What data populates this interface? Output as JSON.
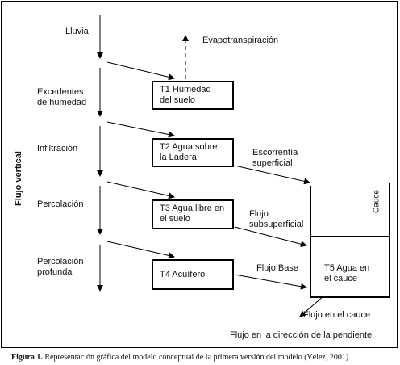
{
  "diagram": {
    "vertical_axis_label": "Flujo vertical",
    "left_labels": {
      "lluvia": "Lluvia",
      "excedentes": "Excedentes\nde humedad",
      "infiltracion": "Infiltración",
      "percolacion": "Percolación",
      "percolacion_profunda": "Percolación\nprofunda"
    },
    "tanks": {
      "t1": "T1 Humedad\ndel suelo",
      "t2": "T2 Agua sobre\nla Ladera",
      "t3": "T3 Agua libre en\nel suelo",
      "t4": "T4 Acuífero",
      "t5": "T5 Agua en\nel cauce"
    },
    "flows": {
      "evapotranspiracion": "Evapotranspiración",
      "escorrentia": "Escorrentía\nsuperficial",
      "subsuperficial": "Flujo\nsubsuperficial",
      "flujo_base": "Flujo Base",
      "flujo_cauce": "Flujo en el cauce",
      "flujo_pendiente": "Flujo en la dirección de la pendiente"
    },
    "cauce_label": "Cauce"
  },
  "caption": {
    "prefix": "Figura 1.",
    "text": " Representación gráfica del modelo conceptual de la primera versión del modelo (Vélez, 2001)."
  }
}
